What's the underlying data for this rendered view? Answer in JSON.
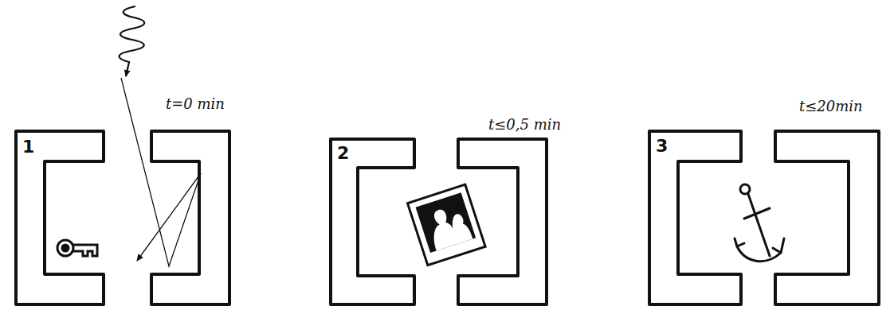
{
  "diagram": {
    "nodes": [
      {
        "text": [
          "1",
          "t=0 min"
        ]
      },
      {
        "text": [
          "2",
          "t≤0,5 min"
        ]
      },
      {
        "text": [
          "3",
          "t≤20min"
        ]
      }
    ]
  }
}
